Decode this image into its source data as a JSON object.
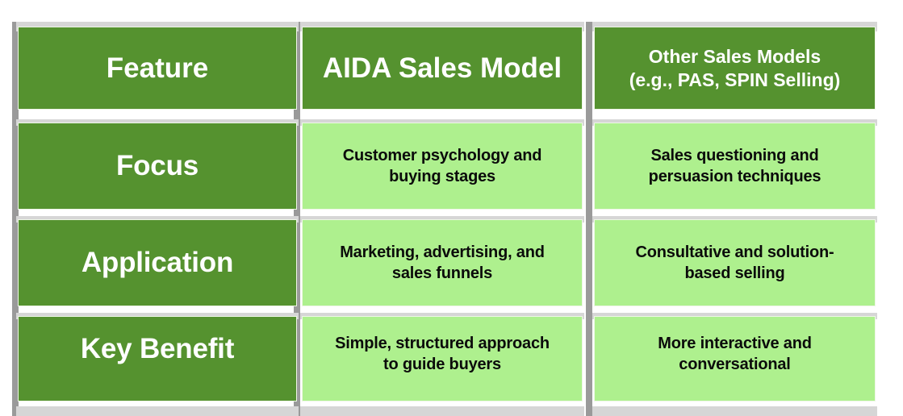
{
  "table": {
    "kind": "comparison-table",
    "colors": {
      "header_green": "#55922F",
      "body_green": "#AEF08E",
      "divider_grey": "#9A9A9A",
      "shade_grey": "#D6D6D6",
      "header_text": "#FFFFFF",
      "body_text": "#0B0B0B",
      "page_background": "#FFFFFF"
    },
    "columns": [
      {
        "id": "feature",
        "header": "Feature"
      },
      {
        "id": "aida",
        "header": "AIDA Sales Model"
      },
      {
        "id": "other",
        "header_line1": "Other Sales Models",
        "header_line2": "(e.g., PAS, SPIN Selling)"
      }
    ],
    "rows": [
      {
        "label": "Focus",
        "aida_line1": "Customer psychology and",
        "aida_line2": "buying stages",
        "other_line1": "Sales questioning and",
        "other_line2": "persuasion techniques"
      },
      {
        "label": "Application",
        "aida_line1": "Marketing, advertising, and",
        "aida_line2": "sales funnels",
        "other_line1": "Consultative and solution-",
        "other_line2": "based selling"
      },
      {
        "label": "Key Benefit",
        "aida_line1": "Simple, structured approach",
        "aida_line2": "to guide buyers",
        "other_line1": "More interactive and",
        "other_line2": "conversational"
      }
    ]
  }
}
